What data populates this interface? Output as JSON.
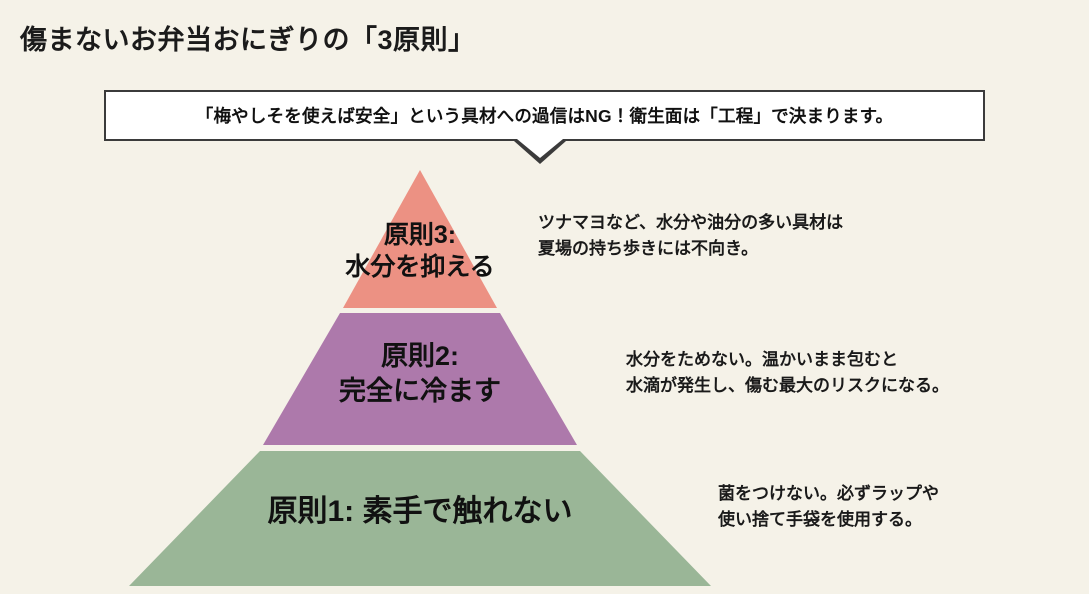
{
  "page": {
    "title": "傷まないお弁当おにぎりの「3原則」",
    "background_color": "#f5f2e8"
  },
  "callout": {
    "text": "「梅やしそを使えば安全」という具材への過信はNG！衛生面は「工程」で決まります。",
    "background_color": "#ffffff",
    "border_color": "#3b3b3b"
  },
  "pyramid": {
    "layers": [
      {
        "level": 3,
        "position": "top",
        "label": "原則3:\n水分を抑える",
        "heading": "原則3:",
        "detail": "水分を抑える",
        "color": "#ec9183"
      },
      {
        "level": 2,
        "position": "middle",
        "label": "原則2:\n完全に冷ます",
        "heading": "原則2:",
        "detail": "完全に冷ます",
        "color": "#ad79ab"
      },
      {
        "level": 1,
        "position": "bottom",
        "label": "原則1: 素手で触れない",
        "heading": "原則1:",
        "detail": "素手で触れない",
        "color": "#9ab697"
      }
    ]
  },
  "annotations": [
    {
      "for_level": 3,
      "text": "ツナマヨなど、水分や油分の多い具材は\n夏場の持ち歩きには不向き。"
    },
    {
      "for_level": 2,
      "text": "水分をためない。温かいまま包むと\n水滴が発生し、傷む最大のリスクになる。"
    },
    {
      "for_level": 1,
      "text": "菌をつけない。必ずラップや\n使い捨て手袋を使用する。"
    }
  ]
}
